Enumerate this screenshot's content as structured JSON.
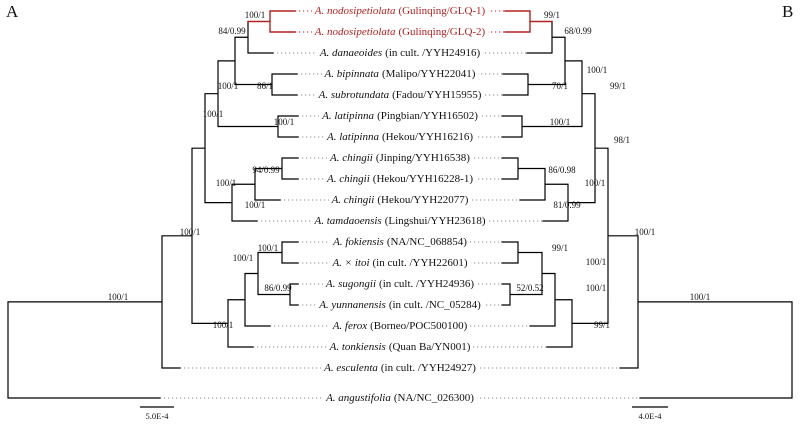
{
  "figure": {
    "panel_a": "A",
    "panel_b": "B",
    "scale_bar_left": "5.0E-4",
    "scale_bar_right": "4.0E-4",
    "colors": {
      "highlight": "#b22222",
      "branch": "#000000",
      "leader": "#888888"
    }
  },
  "tips": [
    {
      "species": "A. nodosipetiolata",
      "detail": "(Gulinqing/GLQ-1)",
      "highlighted": true
    },
    {
      "species": "A. nodosipetiolata",
      "detail": "(Gulinqing/GLQ-2)",
      "highlighted": true
    },
    {
      "species": "A. danaeoides",
      "detail": "(in cult. /YYH24916)",
      "highlighted": false
    },
    {
      "species": "A. bipinnata",
      "detail": "(Malipo/YYH22041)",
      "highlighted": false
    },
    {
      "species": "A. subrotundata",
      "detail": "(Fadou/YYH15955)",
      "highlighted": false
    },
    {
      "species": "A. latipinna",
      "detail": "(Pingbian/YYH16502)",
      "highlighted": false
    },
    {
      "species": "A. latipinna",
      "detail": "(Hekou/YYH16216)",
      "highlighted": false
    },
    {
      "species": "A. chingii",
      "detail": "(Jinping/YYH16538)",
      "highlighted": false
    },
    {
      "species": "A. chingii",
      "detail": "(Hekou/YYH16228-1)",
      "highlighted": false
    },
    {
      "species": "A. chingii",
      "detail": "(Hekou/YYH22077)",
      "highlighted": false
    },
    {
      "species": "A. tamdaoensis",
      "detail": "(Lingshui/YYH23618)",
      "highlighted": false
    },
    {
      "species": "A. fokiensis",
      "detail": "(NA/NC_068854)",
      "highlighted": false
    },
    {
      "species": "A. × itoi",
      "detail": "(in cult. /YYH22601)",
      "highlighted": false
    },
    {
      "species": "A. sugongii",
      "detail": "(in cult. /YYH24936)",
      "highlighted": false
    },
    {
      "species": "A. yunnanensis",
      "detail": "(in cult. /NC_05284)",
      "highlighted": false
    },
    {
      "species": "A. ferox",
      "detail": "(Borneo/POC500100)",
      "highlighted": false
    },
    {
      "species": "A. tonkiensis",
      "detail": "(Quan Ba/YN001)",
      "highlighted": false
    },
    {
      "species": "A. esculenta",
      "detail": "(in cult. /YYH24927)",
      "highlighted": false
    },
    {
      "species": "A. angustifolia",
      "detail": "(NA/NC_026300)",
      "highlighted": false
    }
  ],
  "supports_left": [
    "100/1",
    "84/0.99",
    "100/1",
    "86/1",
    "100/1",
    "100/1",
    "94/0.99",
    "100/1",
    "100/1",
    "100/1",
    "100/1",
    "100/1",
    "86/0.99",
    "100/1",
    "100/1"
  ],
  "supports_right": [
    "99/1",
    "68/0.99",
    "100/1",
    "70/1",
    "99/1",
    "100/1",
    "98/1",
    "86/0.98",
    "100/1",
    "81/0.99",
    "100/1",
    "99/1",
    "100/1",
    "52/0.52",
    "100/1",
    "99/1",
    "100/1"
  ]
}
